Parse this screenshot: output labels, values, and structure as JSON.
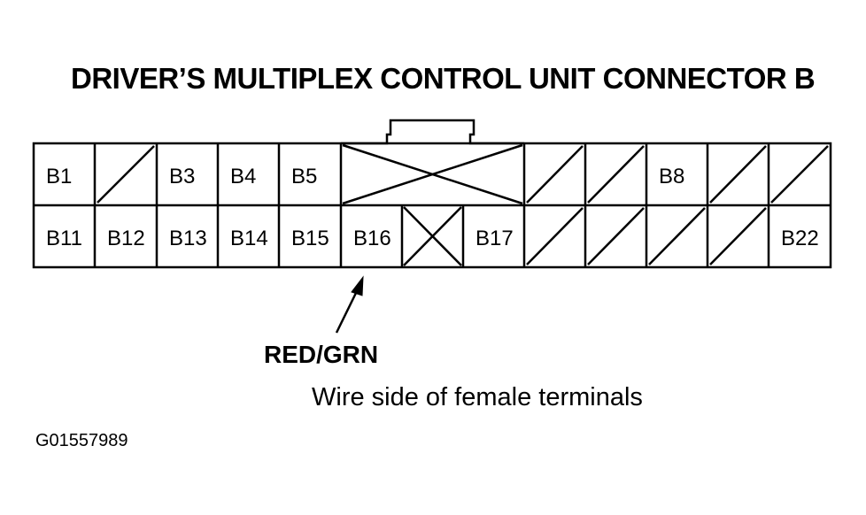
{
  "title": "DRIVER’S MULTIPLEX CONTROL UNIT CONNECTOR B",
  "connector": {
    "top_row": [
      {
        "label": "B1",
        "type": "pin"
      },
      {
        "label": "",
        "type": "empty"
      },
      {
        "label": "B3",
        "type": "pin"
      },
      {
        "label": "B4",
        "type": "pin"
      },
      {
        "label": "B5",
        "type": "pin"
      },
      {
        "label": "",
        "type": "blocked-wide"
      },
      {
        "label": "",
        "type": "empty"
      },
      {
        "label": "",
        "type": "empty"
      },
      {
        "label": "B8",
        "type": "pin"
      },
      {
        "label": "",
        "type": "empty"
      },
      {
        "label": "",
        "type": "empty"
      }
    ],
    "bottom_row": [
      {
        "label": "B11",
        "type": "pin"
      },
      {
        "label": "B12",
        "type": "pin"
      },
      {
        "label": "B13",
        "type": "pin"
      },
      {
        "label": "B14",
        "type": "pin"
      },
      {
        "label": "B15",
        "type": "pin"
      },
      {
        "label": "B16",
        "type": "pin"
      },
      {
        "label": "",
        "type": "blocked"
      },
      {
        "label": "B17",
        "type": "pin"
      },
      {
        "label": "",
        "type": "empty"
      },
      {
        "label": "",
        "type": "empty"
      },
      {
        "label": "",
        "type": "empty"
      },
      {
        "label": "",
        "type": "empty"
      },
      {
        "label": "B22",
        "type": "pin"
      }
    ]
  },
  "callout": {
    "wire_color": "RED/GRN",
    "pin": "B16"
  },
  "caption": "Wire side of female terminals",
  "figure_id": "G01557989"
}
